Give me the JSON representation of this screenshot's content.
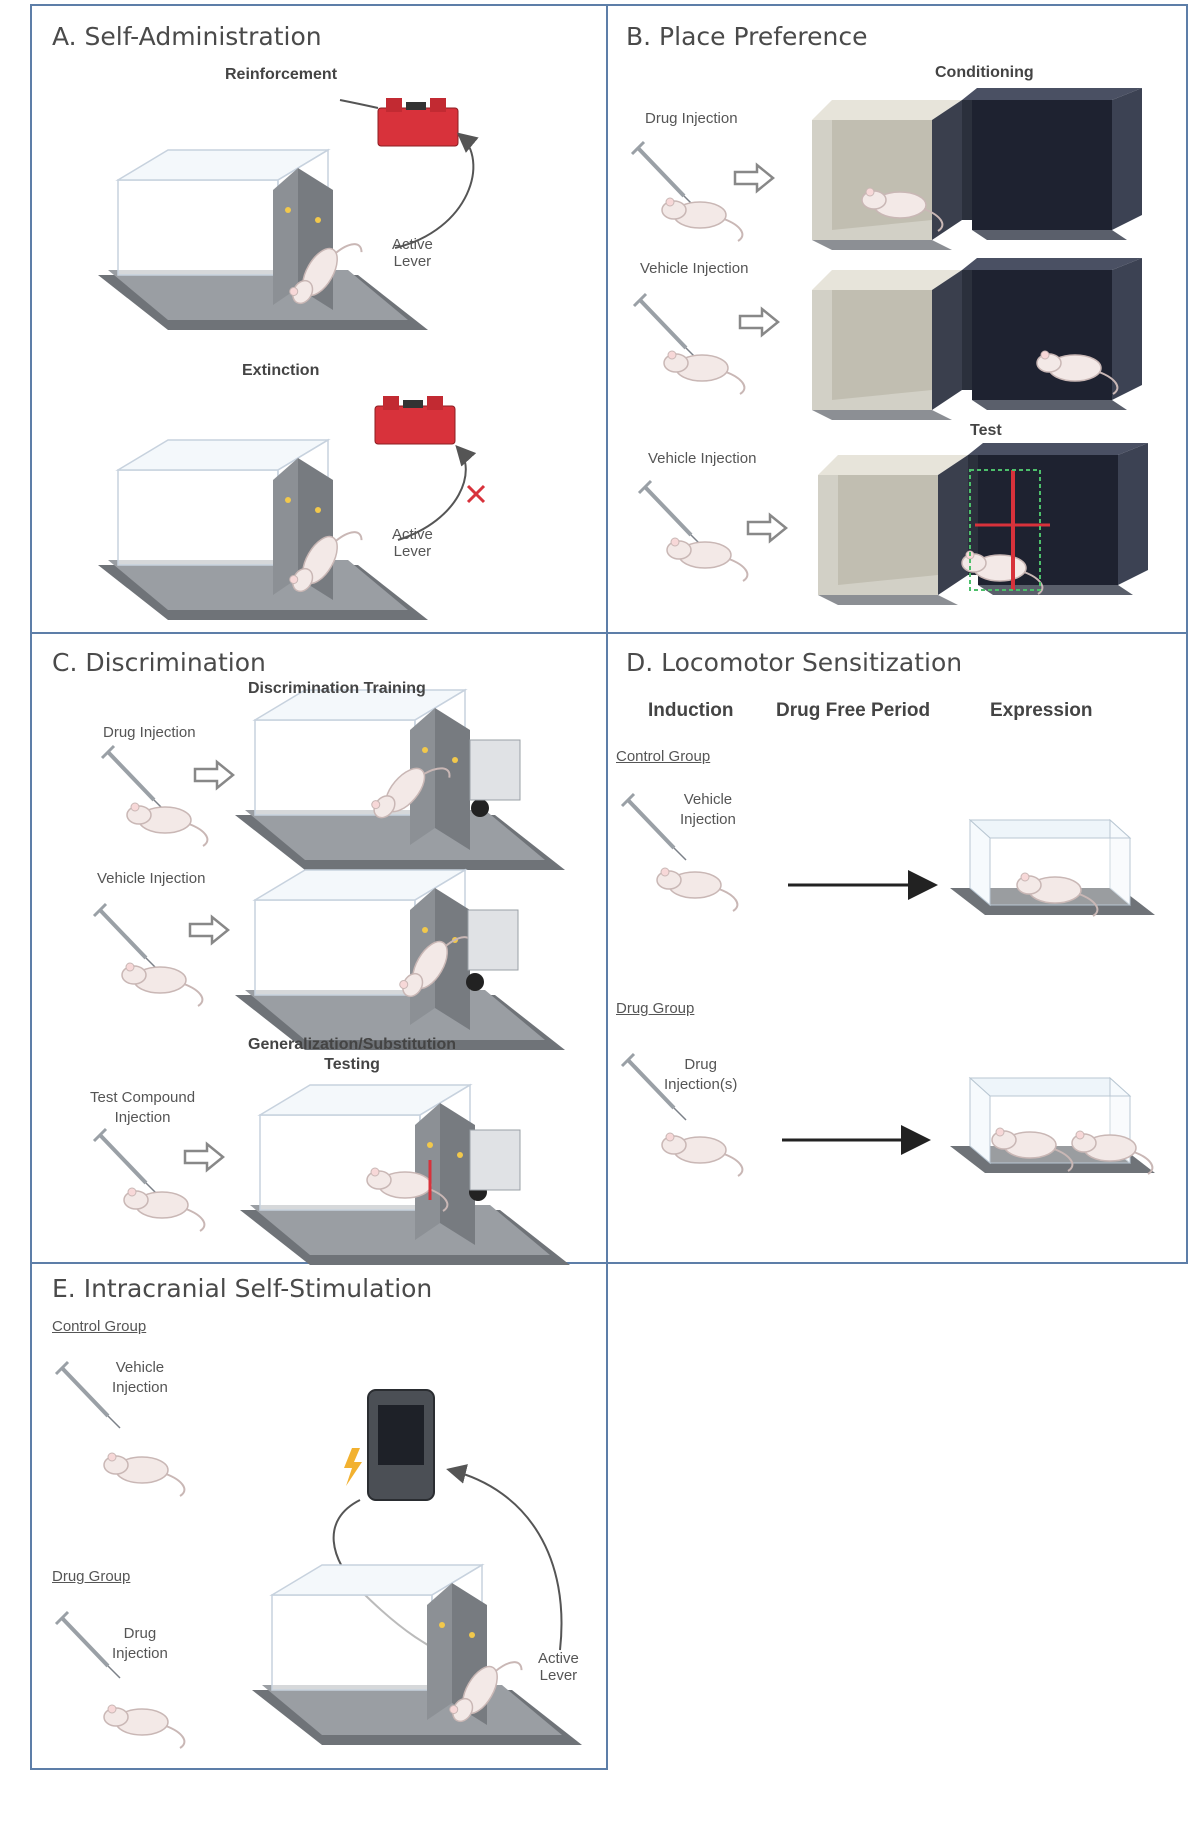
{
  "colors": {
    "border": "#5d7ea8",
    "pump": "#d8323b",
    "darkchamber": "#262b38",
    "lightchamber": "#cfcdbd",
    "floor": "#7a7e84",
    "rat": "#f1e6e4",
    "accent_red": "#d8323b",
    "accent_green": "#4dbf6b"
  },
  "panels": {
    "a": {
      "title": "A. Self-Administration",
      "reinforcement": "Reinforcement",
      "extinction": "Extinction",
      "lever1": "Active\nLever",
      "lever2": "Active\nLever"
    },
    "b": {
      "title": "B. Place Preference",
      "conditioning": "Conditioning",
      "drug_injection": "Drug Injection",
      "vehicle_injection_1": "Vehicle Injection",
      "test": "Test",
      "vehicle_injection_2": "Vehicle Injection"
    },
    "c": {
      "title": "C. Discrimination",
      "training": "Discrimination Training",
      "drug_injection": "Drug Injection",
      "vehicle_injection": "Vehicle Injection",
      "generalization": "Generalization/Substitution\nTesting",
      "test_compound": "Test Compound\nInjection"
    },
    "d": {
      "title": "D. Locomotor Sensitization",
      "induction": "Induction",
      "drug_free": "Drug Free Period",
      "expression": "Expression",
      "control_group": "Control Group",
      "vehicle_injection": "Vehicle\nInjection",
      "drug_group": "Drug Group",
      "drug_injections": "Drug\nInjection(s)"
    },
    "e": {
      "title": "E. Intracranial Self-Stimulation",
      "control_group": "Control Group",
      "vehicle_injection": "Vehicle\nInjection",
      "drug_group": "Drug Group",
      "drug_injection": "Drug\nInjection",
      "lever": "Active\nLever"
    }
  }
}
